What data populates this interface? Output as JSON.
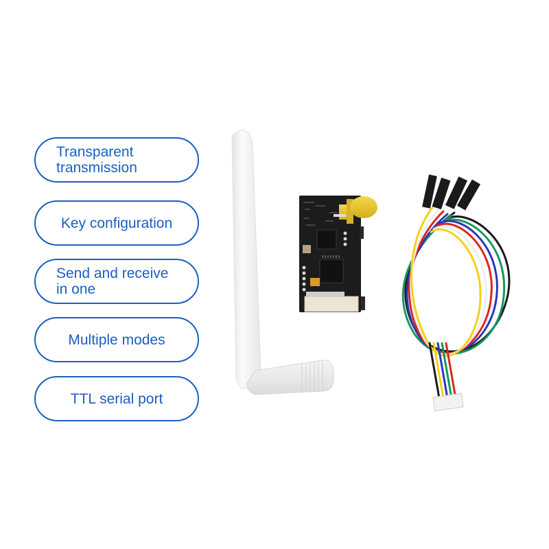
{
  "features": [
    {
      "label": "Transparent transmission",
      "lines": [
        "Transparent",
        "transmission"
      ]
    },
    {
      "label": "Key configuration",
      "lines": [
        "Key configuration"
      ]
    },
    {
      "label": "Send and receive in one",
      "lines": [
        "Send and receive",
        "in one"
      ]
    },
    {
      "label": "Multiple modes",
      "lines": [
        "Multiple modes"
      ]
    },
    {
      "label": "TTL serial port",
      "lines": [
        "TTL serial port"
      ]
    }
  ],
  "colors": {
    "accent": "#1a5fc0",
    "background": "#ffffff",
    "pcb": "#1c1c1c",
    "sma_connector": "#e8c43a",
    "antenna": "#f2f2f2"
  },
  "product_items": [
    {
      "name": "antenna",
      "description": "white rubber duck antenna"
    },
    {
      "name": "module",
      "description": "wireless serial module PCB with SMA connector"
    },
    {
      "name": "cable",
      "description": "6-pin jumper cable (yellow, red, white, blue, green, black)"
    }
  ],
  "cable_wire_colors": [
    "#f2d21a",
    "#d8281e",
    "#eeeeee",
    "#2a36b8",
    "#149a5a",
    "#1a1a1a"
  ]
}
